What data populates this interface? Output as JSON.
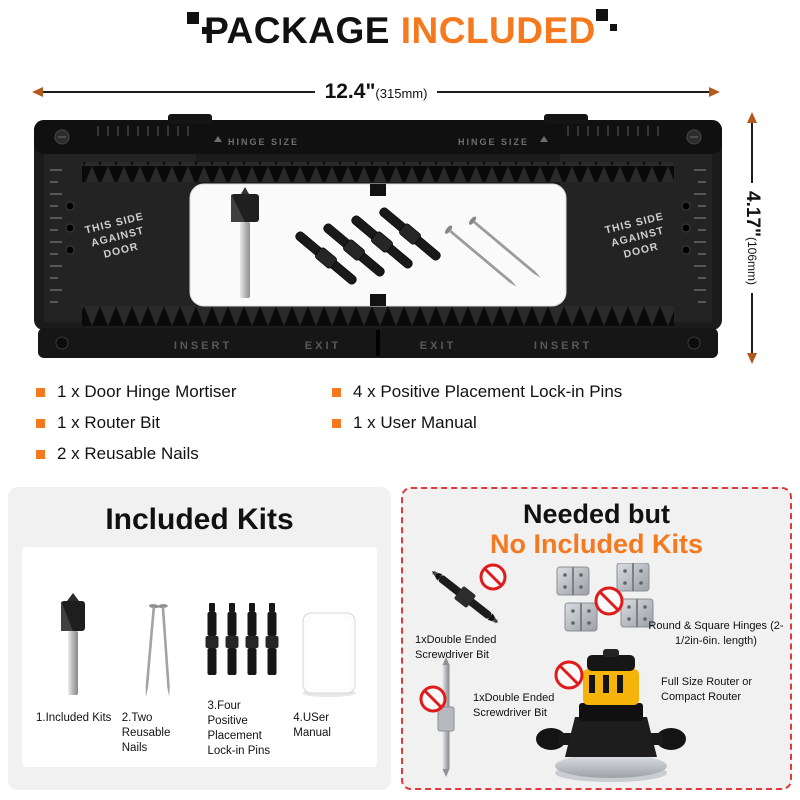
{
  "colors": {
    "accent": "#F4791F",
    "prohibit": "#E01B1B"
  },
  "header": {
    "title_black": "PACKAGE",
    "title_orange": "INCLUDED"
  },
  "dimensions": {
    "width_value": "12.4\"",
    "width_metric": "(315mm)",
    "height_value": "4.17\"",
    "height_metric": "(106mm)"
  },
  "jig": {
    "hinge_size_left": "HINGE SIZE",
    "hinge_size_right": "HINGE SIZE",
    "side_lines": [
      "THIS SIDE",
      "AGAINST",
      "DOOR"
    ],
    "bottom_marks": [
      "INSERT",
      "EXIT",
      "EXIT",
      "INSERT"
    ]
  },
  "included_list": {
    "col_left": [
      "1 x Door Hinge Mortiser",
      "1 x Router Bit",
      "2 x Reusable Nails"
    ],
    "col_right": [
      "4 x Positive Placement Lock-in Pins",
      "1 x User Manual"
    ]
  },
  "included_kits": {
    "title": "Included Kits",
    "labels": [
      "1.Included Kits",
      "2.Two Reusable Nails",
      "3.Four Positive Placement Lock-in Pins",
      "4.USer Manual"
    ]
  },
  "not_included": {
    "title_line1": "Needed but",
    "title_line2": "No Included Kits",
    "bit_top_label": "1xDouble Ended Screwdriver Bit",
    "hinges_label": "Round & Square Hinges (2-1/2in-6in. length)",
    "bit_bottom_label": "1xDouble Ended Screwdriver Bit",
    "router_label": "Full Size Router or Compact Router"
  }
}
